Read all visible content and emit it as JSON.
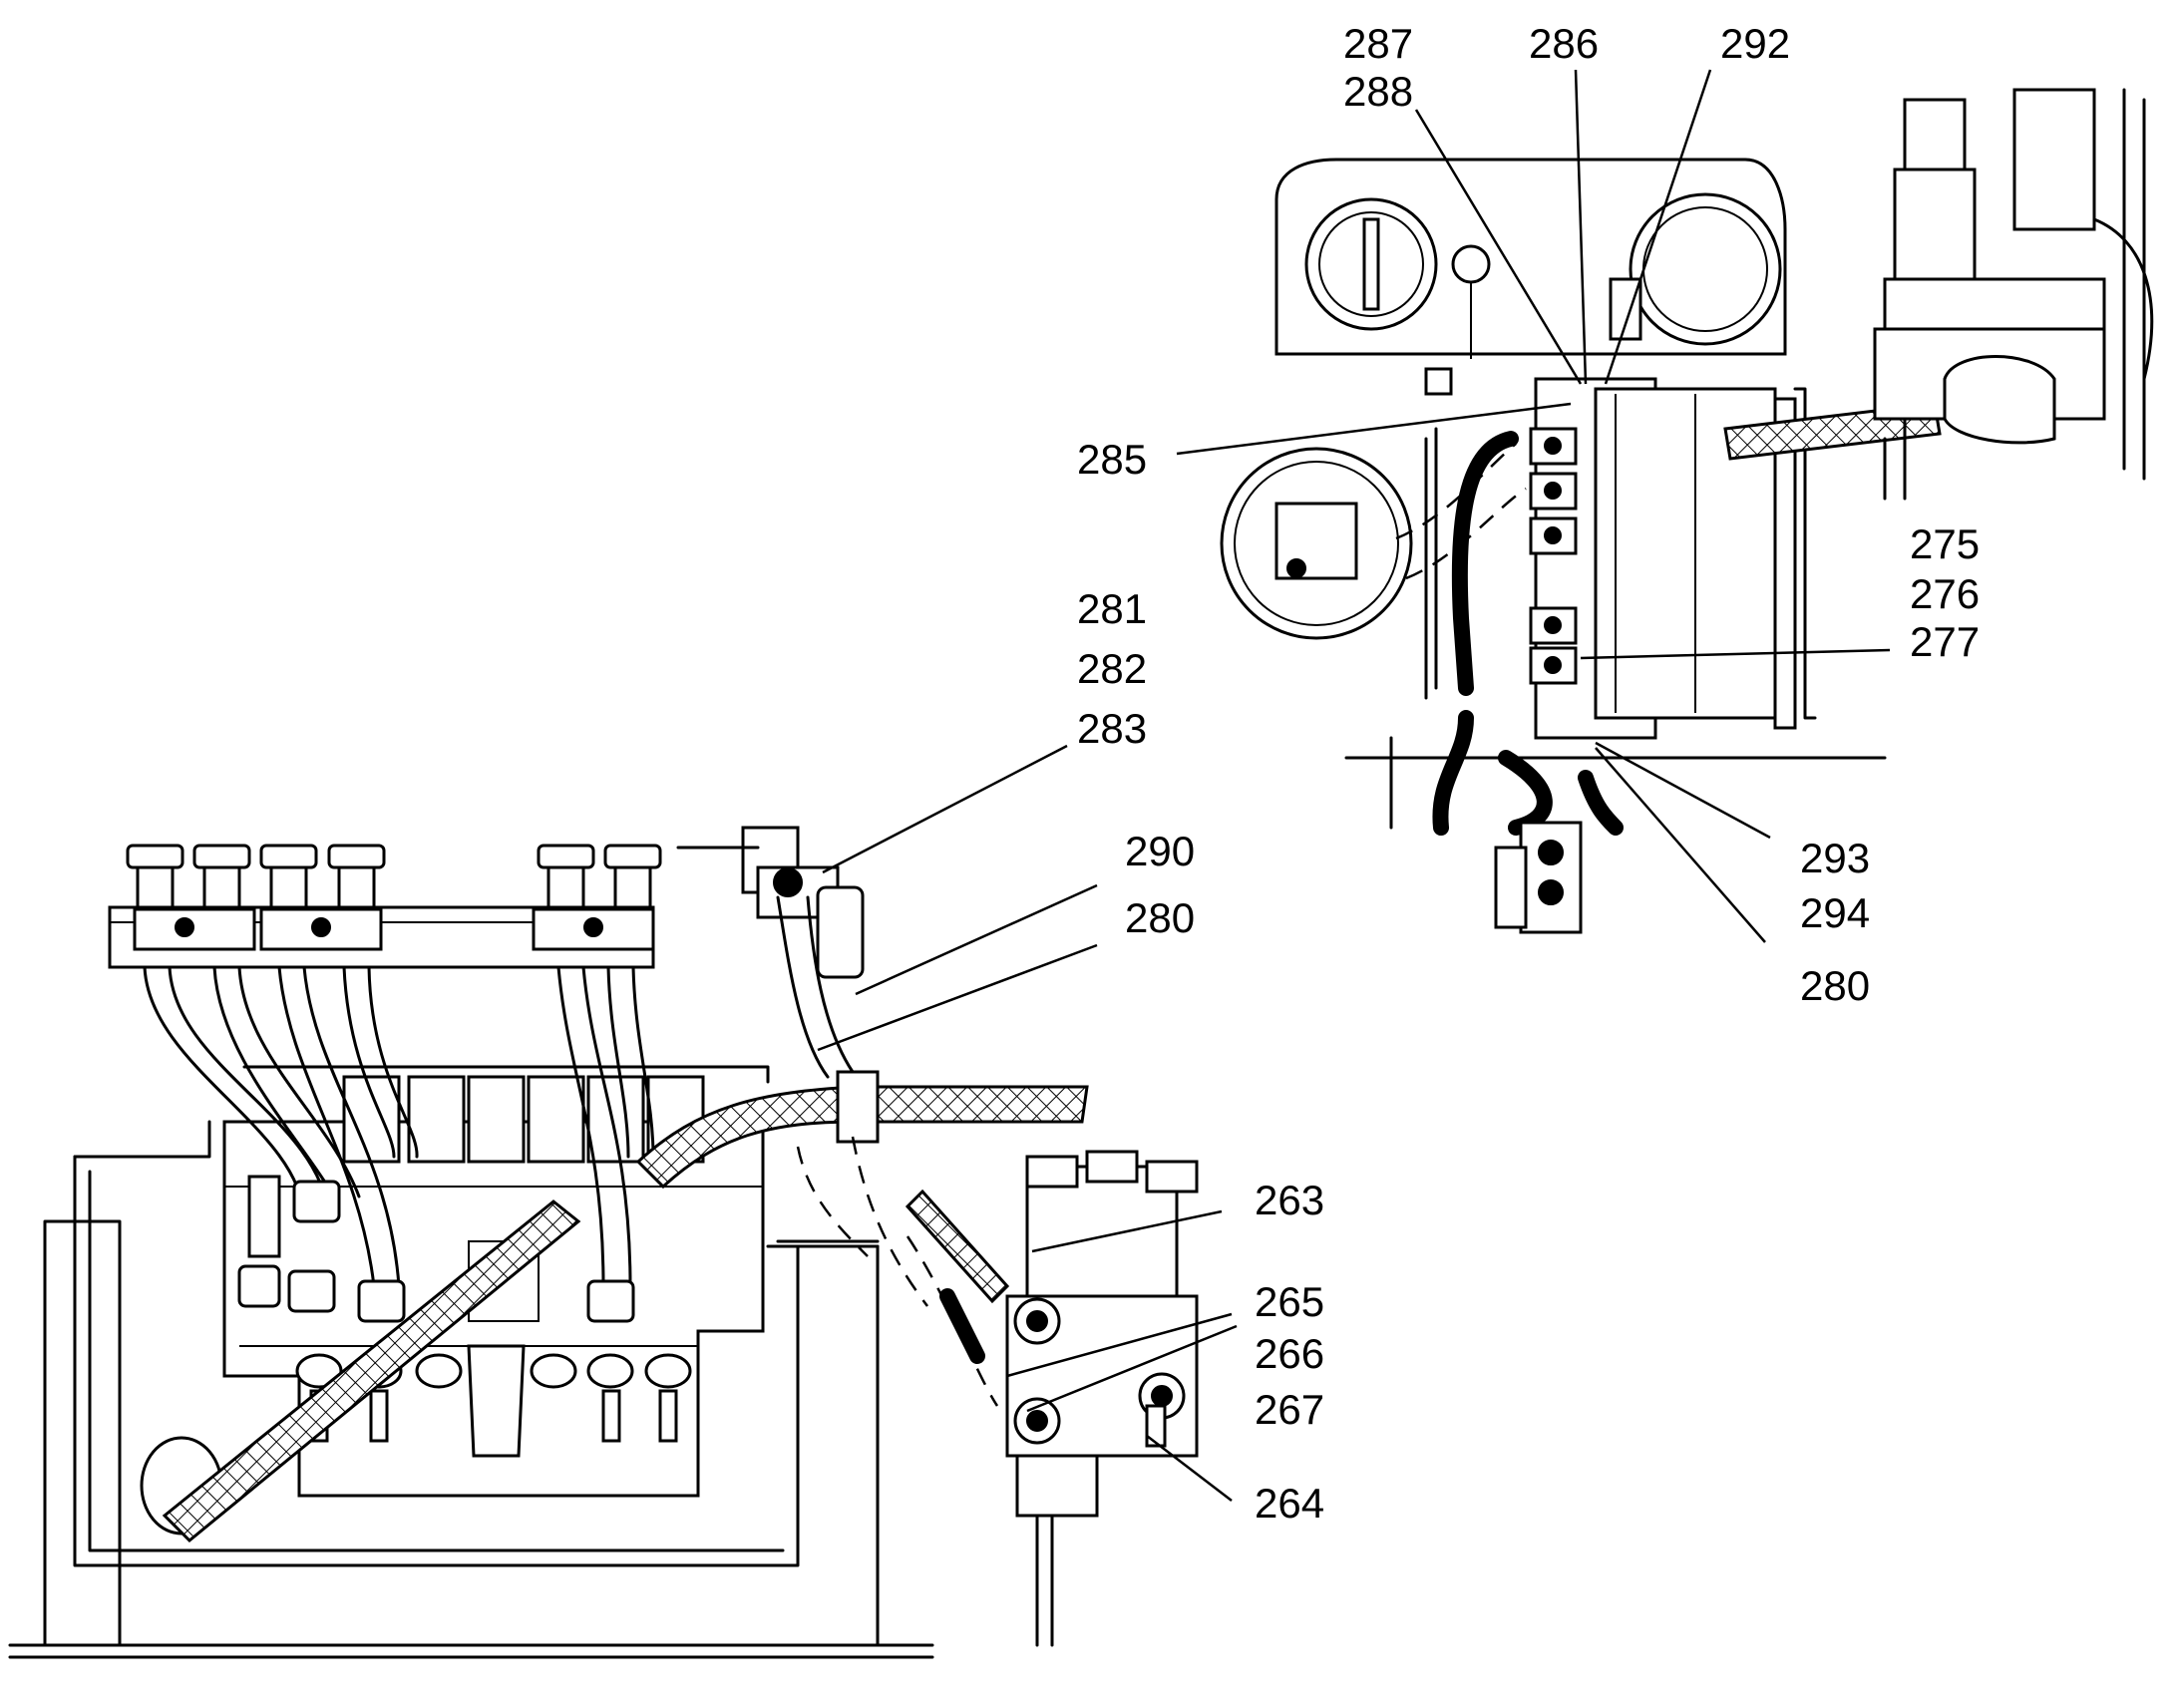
{
  "callouts": [
    {
      "id": "c287",
      "label": "287"
    },
    {
      "id": "c288",
      "label": "288"
    },
    {
      "id": "c286",
      "label": "286"
    },
    {
      "id": "c292",
      "label": "292"
    },
    {
      "id": "c285",
      "label": "285"
    },
    {
      "id": "c275",
      "label": "275"
    },
    {
      "id": "c276",
      "label": "276"
    },
    {
      "id": "c277",
      "label": "277"
    },
    {
      "id": "c281",
      "label": "281"
    },
    {
      "id": "c282",
      "label": "282"
    },
    {
      "id": "c283",
      "label": "283"
    },
    {
      "id": "c290",
      "label": "290"
    },
    {
      "id": "c280a",
      "label": "280"
    },
    {
      "id": "c293",
      "label": "293"
    },
    {
      "id": "c294",
      "label": "294"
    },
    {
      "id": "c280b",
      "label": "280"
    },
    {
      "id": "c263",
      "label": "263"
    },
    {
      "id": "c265",
      "label": "265"
    },
    {
      "id": "c266",
      "label": "266"
    },
    {
      "id": "c267",
      "label": "267"
    },
    {
      "id": "c264",
      "label": "264"
    }
  ]
}
